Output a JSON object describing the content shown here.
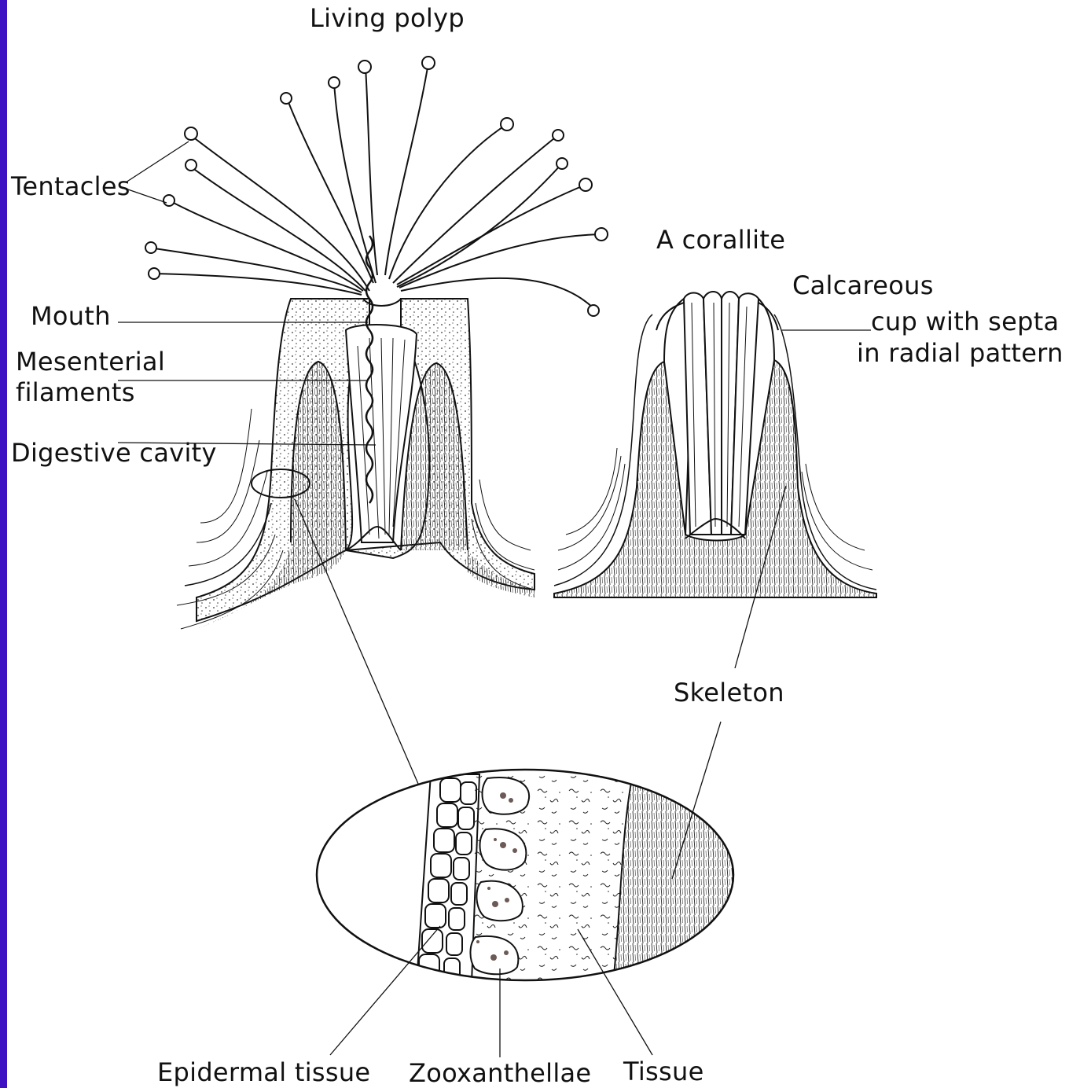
{
  "title": "Living polyp",
  "labels": {
    "tentacles": "Tentacles",
    "mouth": "Mouth",
    "mesenterial_1": "Mesenterial",
    "mesenterial_2": "filaments",
    "digestive": "Digestive cavity",
    "corallite": "A corallite",
    "calcareous_1": "Calcareous",
    "calcareous_2": "cup with septa",
    "calcareous_3": "in radial pattern",
    "skeleton": "Skeleton",
    "epidermal": "Epidermal tissue",
    "zoox": "Zooxanthellae",
    "tissue": "Tissue"
  },
  "colors": {
    "ink": "#111111",
    "edge_bar": "#3f0fc4",
    "background": "#ffffff"
  }
}
